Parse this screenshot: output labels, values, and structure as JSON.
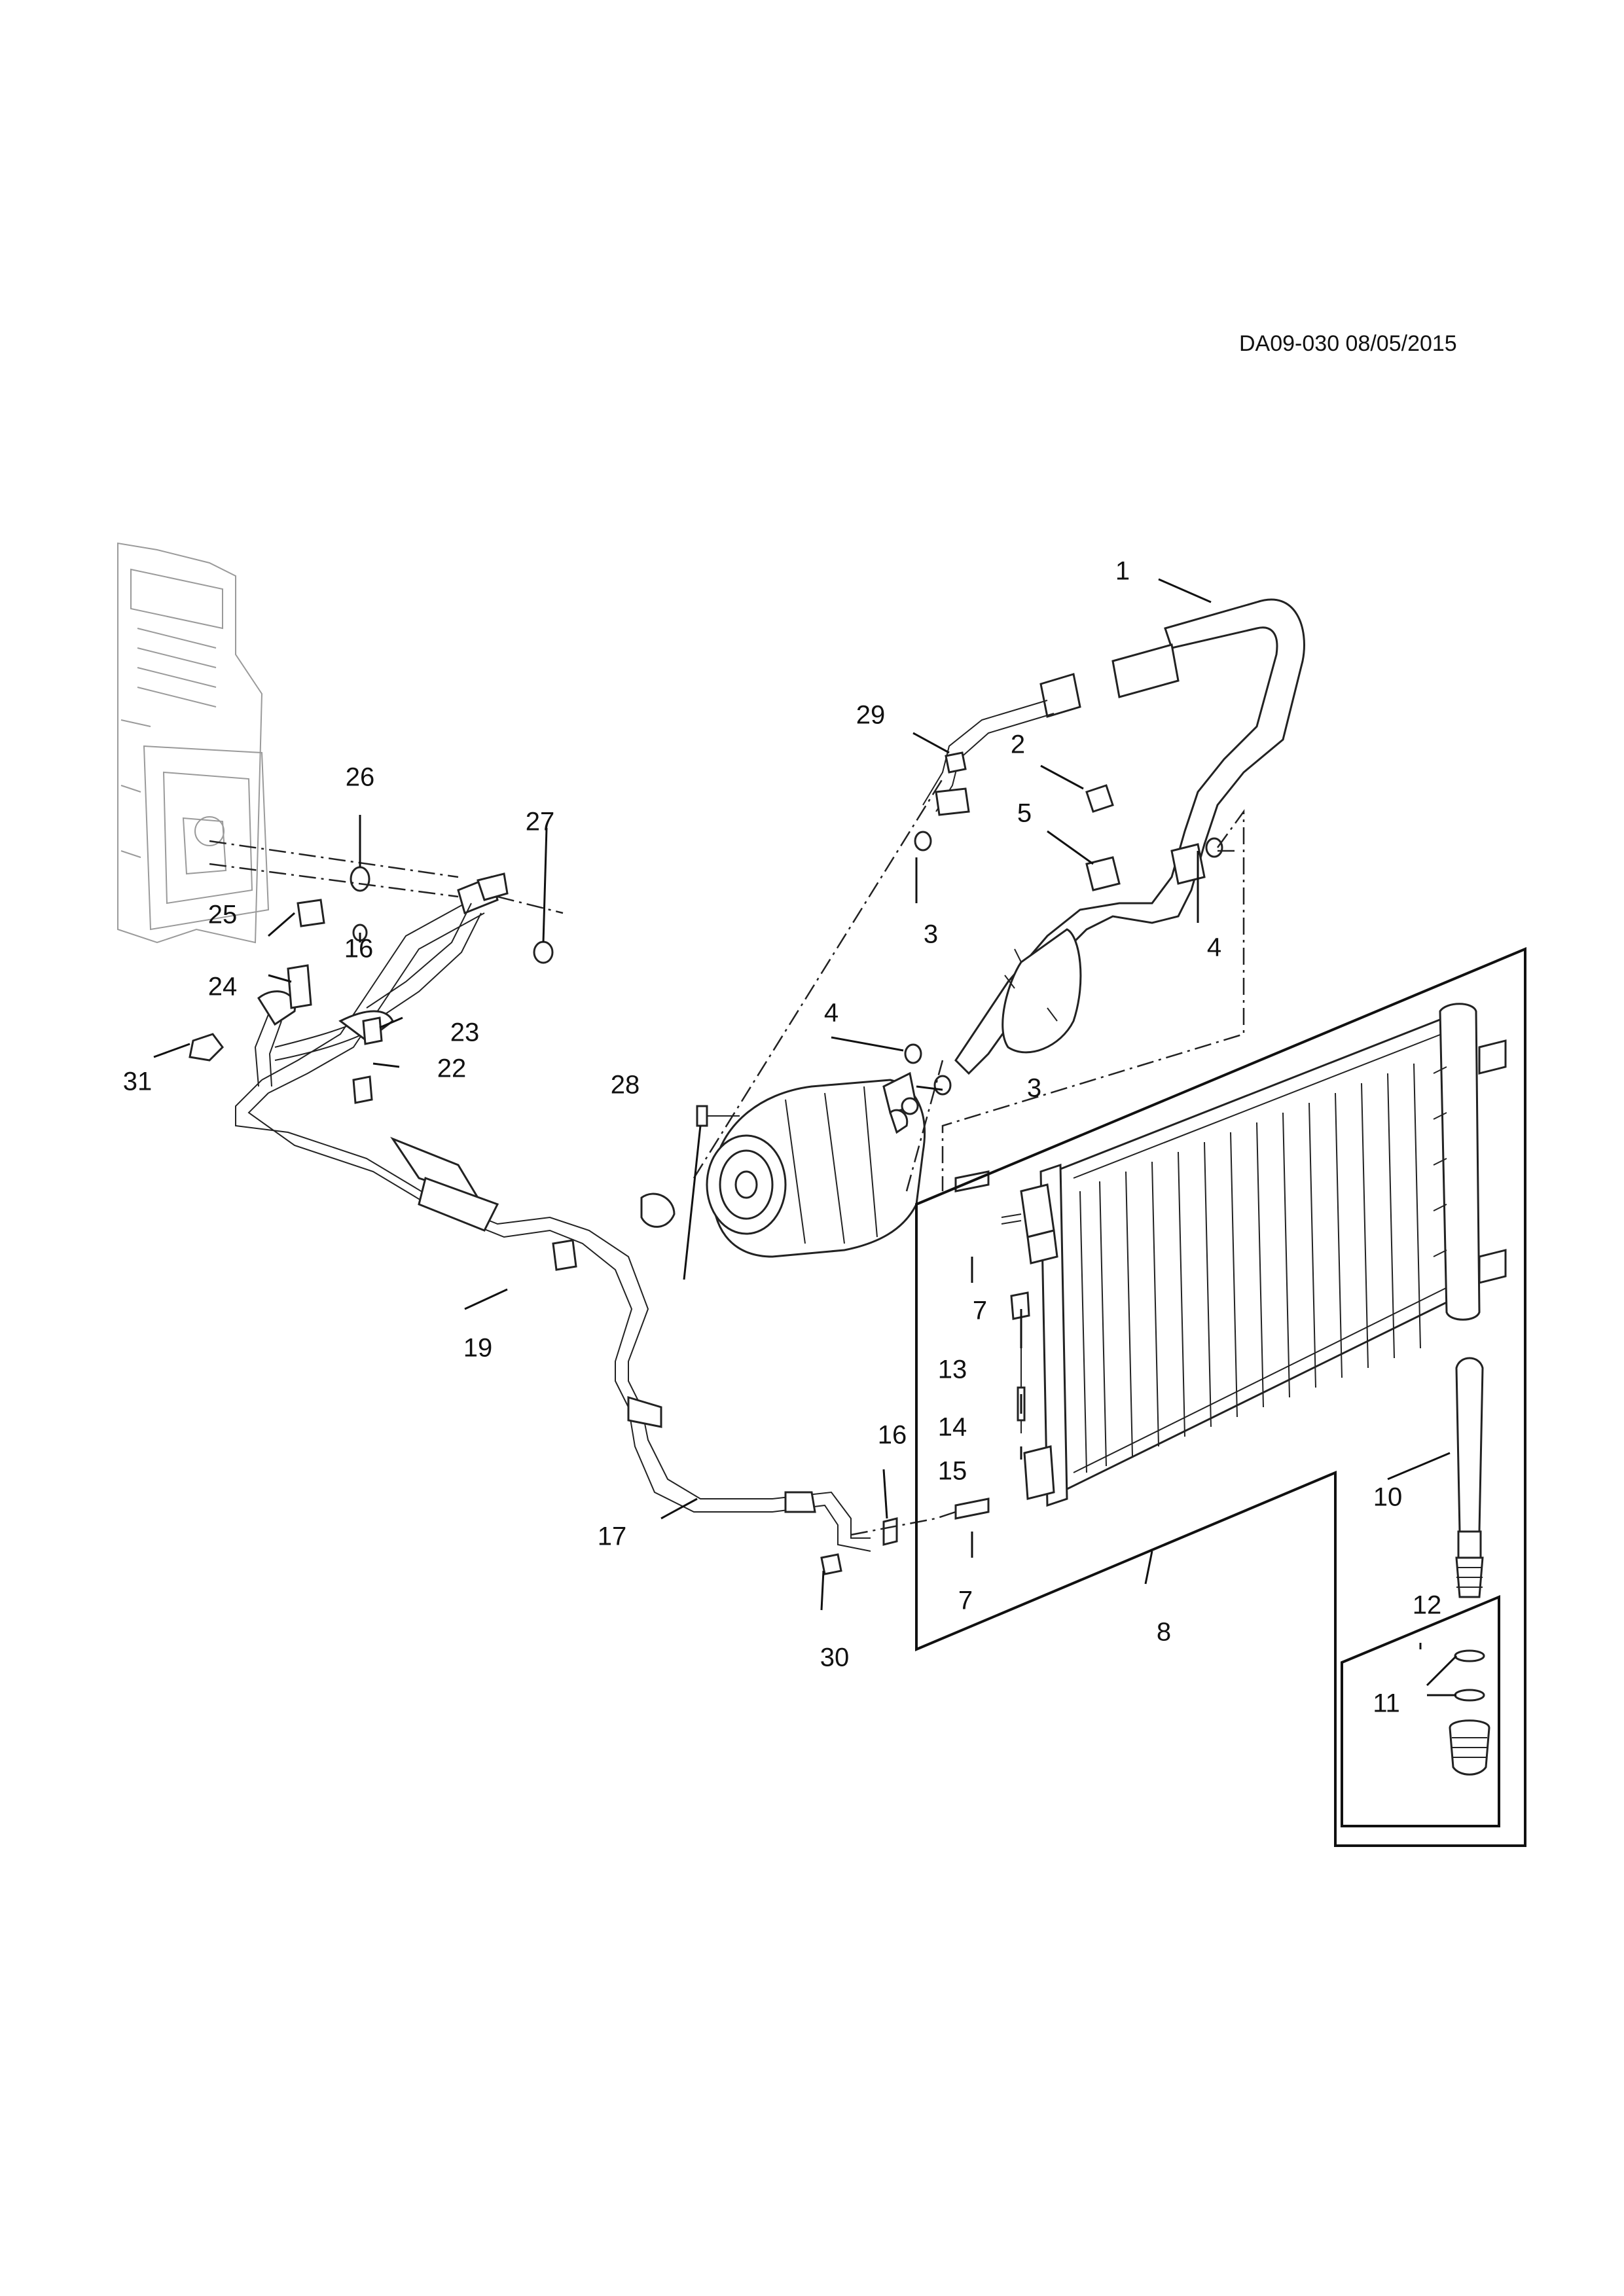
{
  "header": {
    "reference": "DA09-030 08/05/2015"
  },
  "callouts": {
    "c1": "1",
    "c2": "2",
    "c3a": "3",
    "c3b": "3",
    "c4a": "4",
    "c4b": "4",
    "c5": "5",
    "c7a": "7",
    "c7b": "7",
    "c8": "8",
    "c10": "10",
    "c11": "11",
    "c12": "12",
    "c13": "13",
    "c14": "14",
    "c15": "15",
    "c16a": "16",
    "c16b": "16",
    "c17": "17",
    "c19": "19",
    "c22": "22",
    "c23": "23",
    "c24": "24",
    "c25": "25",
    "c26": "26",
    "c27": "27",
    "c28": "28",
    "c29": "29",
    "c30": "30",
    "c31": "31"
  },
  "icons": {
    "hvac": "hvac-module-icon",
    "compressor": "compressor-icon",
    "condenser": "condenser-icon",
    "dryer": "receiver-dryer-icon"
  }
}
